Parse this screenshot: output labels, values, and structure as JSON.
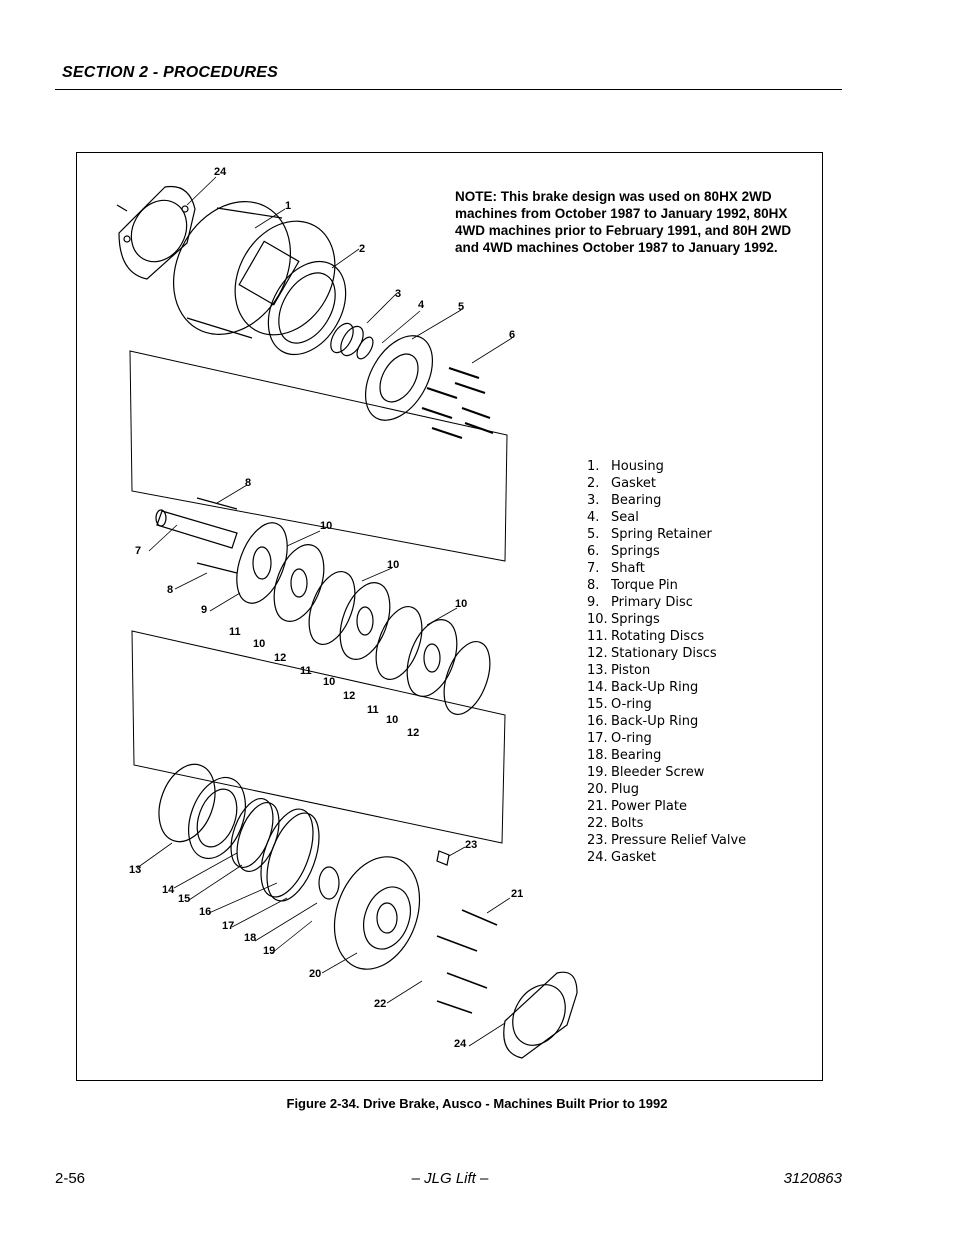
{
  "header": {
    "section": "SECTION 2 - PROCEDURES"
  },
  "figure": {
    "note": "NOTE: This brake design was used on 80HX 2WD machines from October 1987 to January 1992, 80HX 4WD machines prior to February 1991, and 80H 2WD and 4WD machines October 1987 to January 1992.",
    "parts": [
      {
        "num": "1.",
        "name": "Housing"
      },
      {
        "num": "2.",
        "name": "Gasket"
      },
      {
        "num": "3.",
        "name": "Bearing"
      },
      {
        "num": "4.",
        "name": "Seal"
      },
      {
        "num": "5.",
        "name": "Spring Retainer"
      },
      {
        "num": "6.",
        "name": "Springs"
      },
      {
        "num": "7.",
        "name": "Shaft"
      },
      {
        "num": "8.",
        "name": "Torque Pin"
      },
      {
        "num": "9.",
        "name": "Primary Disc"
      },
      {
        "num": "10.",
        "name": "Springs"
      },
      {
        "num": "11.",
        "name": "Rotating Discs"
      },
      {
        "num": "12.",
        "name": "Stationary Discs"
      },
      {
        "num": "13.",
        "name": "Piston"
      },
      {
        "num": "14.",
        "name": "Back-Up Ring"
      },
      {
        "num": "15.",
        "name": "O-ring"
      },
      {
        "num": "16.",
        "name": "Back-Up Ring"
      },
      {
        "num": "17.",
        "name": "O-ring"
      },
      {
        "num": "18.",
        "name": "Bearing"
      },
      {
        "num": "19.",
        "name": "Bleeder Screw"
      },
      {
        "num": "20.",
        "name": "Plug"
      },
      {
        "num": "21.",
        "name": "Power Plate"
      },
      {
        "num": "22.",
        "name": "Bolts"
      },
      {
        "num": "23.",
        "name": "Pressure Relief Valve"
      },
      {
        "num": "24.",
        "name": "Gasket"
      }
    ],
    "callouts": [
      "24",
      "1",
      "2",
      "3",
      "4",
      "5",
      "6",
      "8",
      "7",
      "8",
      "9",
      "10",
      "10",
      "10",
      "11",
      "10",
      "12",
      "11",
      "10",
      "12",
      "11",
      "10",
      "12",
      "23",
      "21",
      "13",
      "14",
      "15",
      "16",
      "17",
      "18",
      "19",
      "20",
      "22",
      "24"
    ],
    "caption": "Figure 2-34.  Drive Brake, Ausco - Machines Built Prior to 1992"
  },
  "footer": {
    "page": "2-56",
    "center": "– JLG Lift –",
    "doc": "3120863"
  }
}
